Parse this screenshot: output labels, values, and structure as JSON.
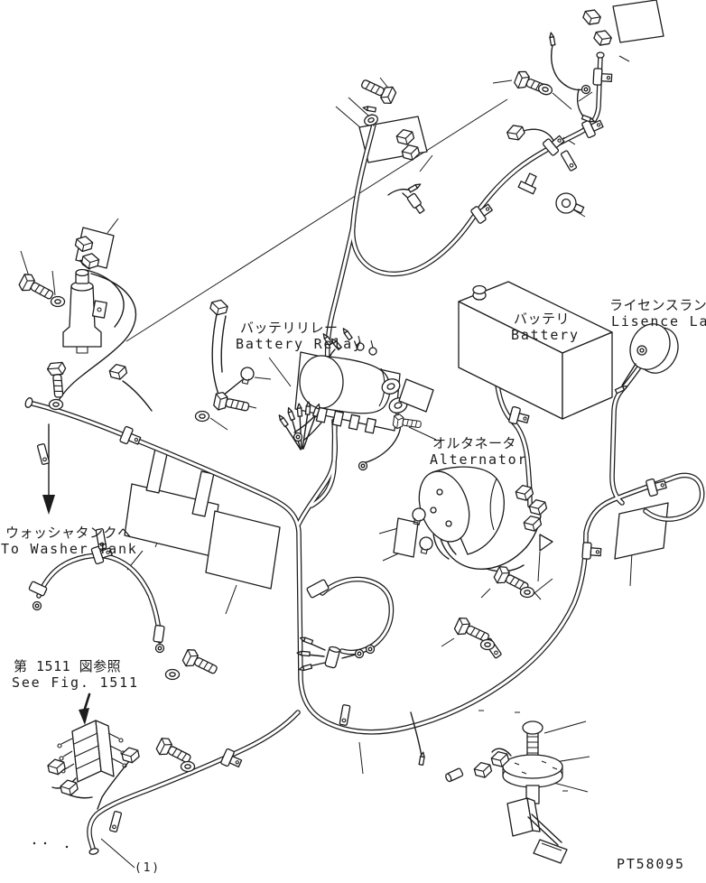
{
  "figure": {
    "part_number": "PT58095",
    "sheet_note": "(1)",
    "line_color": "#1c1c1c",
    "bg_color": "#ffffff",
    "labels": {
      "battery_relay": {
        "jp": "バッテリリレー",
        "en": "Battery Relay"
      },
      "battery": {
        "jp": "バッテリ",
        "en": "Battery"
      },
      "license_lamp": {
        "jp": "ライセンスランプ",
        "en": "Lisence Lamp"
      },
      "alternator": {
        "jp": "オルタネータ",
        "en": "Alternator"
      },
      "to_washer_tank": {
        "jp": "ウォッシャタンクヘ",
        "en": "To Washer Tank"
      },
      "see_fig": {
        "jp": "第 1511 図参照",
        "en": "See Fig. 1511"
      }
    }
  }
}
